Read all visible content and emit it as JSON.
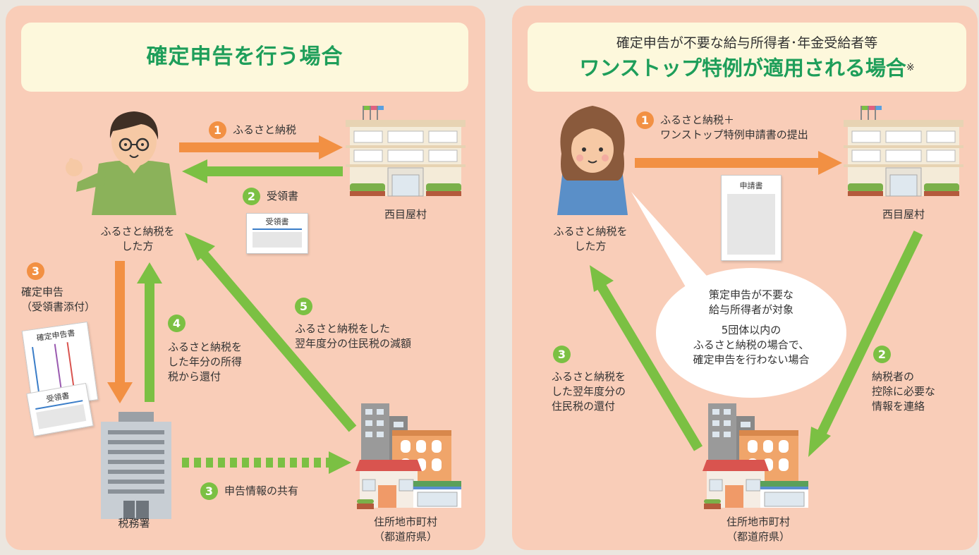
{
  "left": {
    "title": "確定申告を行う場合",
    "person_label_1": "ふるさと納税を",
    "person_label_2": "した方",
    "village_label": "西目屋村",
    "tax_office_label": "税務署",
    "municipality_label_1": "住所地市町村",
    "municipality_label_2": "（都道府県）",
    "step1": {
      "num": "1",
      "text": "ふるさと納税"
    },
    "step2": {
      "num": "2",
      "text": "受領書",
      "doc_title": "受領書"
    },
    "step3": {
      "num": "3",
      "line1": "確定申告",
      "line2": "（受領書添付）",
      "doc1_title": "確定申告書",
      "doc2_title": "受領書"
    },
    "step3b": {
      "num": "3",
      "text": "申告情報の共有"
    },
    "step4": {
      "num": "4",
      "line1": "ふるさと納税を",
      "line2": "した年分の所得",
      "line3": "税から還付"
    },
    "step5": {
      "num": "5",
      "line1": "ふるさと納税をした",
      "line2": "翌年度分の住民税の減額"
    }
  },
  "right": {
    "subtitle": "確定申告が不要な給与所得者･年金受給者等",
    "title": "ワンストップ特例が適用される場合",
    "title_mark": "※",
    "person_label_1": "ふるさと納税を",
    "person_label_2": "した方",
    "village_label": "西目屋村",
    "municipality_label_1": "住所地市町村",
    "municipality_label_2": "（都道府県）",
    "step1": {
      "num": "1",
      "line1": "ふるさと納税＋",
      "line2": "ワンストップ特例申請書の提出",
      "doc_title": "申請書"
    },
    "step2": {
      "num": "2",
      "line1": "納税者の",
      "line2": "控除に必要な",
      "line3": "情報を連絡"
    },
    "step3": {
      "num": "3",
      "line1": "ふるさと納税を",
      "line2": "した翌年度分の",
      "line3": "住民税の還付"
    },
    "bubble": {
      "line1": "策定申告が不要な",
      "line2": "給与所得者が対象",
      "line3": "5団体以内の",
      "line4": "ふるさと納税の場合で、",
      "line5": "確定申告を行わない場合"
    }
  },
  "colors": {
    "orange": "#f29043",
    "green": "#7bc043",
    "title_green": "#1e9e5a",
    "panel": "#f9cdb8",
    "banner": "#fdf8dc"
  }
}
